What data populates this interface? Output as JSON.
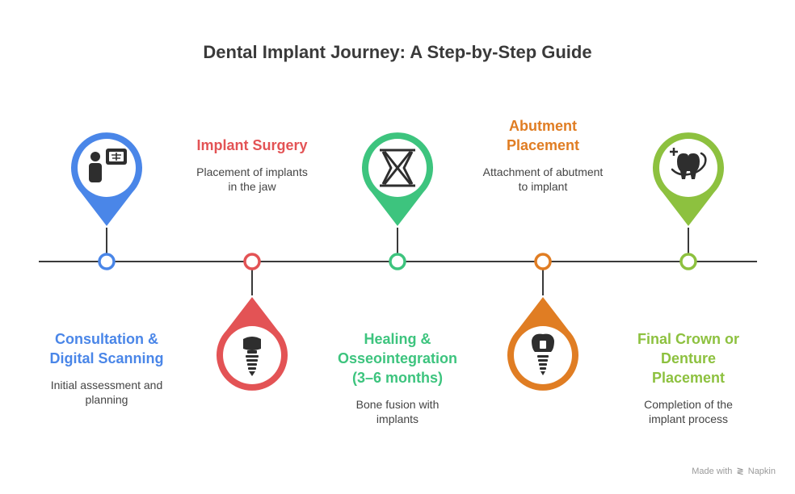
{
  "title": "Dental Implant Journey: A Step-by-Step Guide",
  "steps": [
    {
      "title": "Consultation &\nDigital Scanning",
      "desc": "Initial assessment and\nplanning",
      "color": "#4A86E8",
      "icon": "doctor-xray-icon",
      "position": "below"
    },
    {
      "title": "Implant Surgery",
      "desc": "Placement of implants\nin the jaw",
      "color": "#E35355",
      "icon": "dental-implant-icon",
      "position": "above"
    },
    {
      "title": "Healing &\nOsseointegration\n(3–6 months)",
      "desc": "Bone fusion with\nimplants",
      "color": "#3DC47E",
      "icon": "bone-lattice-icon",
      "position": "below"
    },
    {
      "title": "Abutment\nPlacement",
      "desc": "Attachment of abutment\nto implant",
      "color": "#E07D23",
      "icon": "abutment-implant-icon",
      "position": "above"
    },
    {
      "title": "Final Crown or\nDenture\nPlacement",
      "desc": "Completion of the\nimplant process",
      "color": "#8DC13F",
      "icon": "tooth-crown-icon",
      "position": "below"
    }
  ],
  "credit": {
    "prefix": "Made with",
    "brand": "Napkin"
  }
}
